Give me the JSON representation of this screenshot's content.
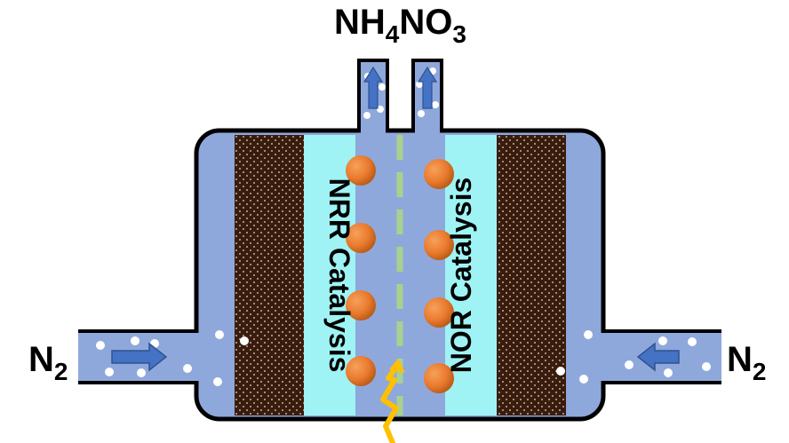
{
  "labels": {
    "top_formula_main": "NH",
    "top_formula_sub1": "4",
    "top_formula_mid": "NO",
    "top_formula_sub2": "3",
    "left_gas_main": "N",
    "left_gas_sub": "2",
    "right_gas_main": "N",
    "right_gas_sub": "2",
    "left_catalysis": "NRR Catalysis",
    "right_catalysis": "NOR Catalysis"
  },
  "colors": {
    "electrolyte": "#8fa8dc",
    "outline": "#000000",
    "electrode": "#3a1c0c",
    "catalyst_layer": "#9ff3f4",
    "particle": "#e97a2e",
    "arrow": "#4472c4",
    "membrane_dash": "#a9d18e",
    "light_bolt": "#ffc000"
  },
  "icons": {
    "flow_arrow": "arrow-icon",
    "light_input": "lightning-icon",
    "bubble": "gas-bubble-icon"
  }
}
